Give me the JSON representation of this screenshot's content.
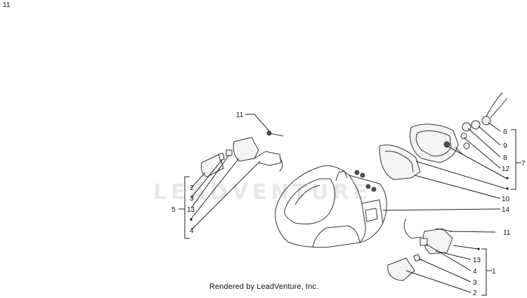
{
  "page_number": "11",
  "credit": "Rendered by LeadVenture, Inc.",
  "watermark": "LEADVENTURE",
  "colors": {
    "ink": "#111111",
    "watermark": "#e8e8e8"
  },
  "callouts": {
    "top_bolt": "11",
    "left_group": {
      "group": "5",
      "items": [
        "2",
        "3",
        "13",
        "4"
      ]
    },
    "right_upper": {
      "group": "7",
      "items": [
        "6",
        "9",
        "8",
        "12"
      ]
    },
    "mid_right": [
      "10",
      "14"
    ],
    "right_lower_bolt": "11",
    "right_lower": {
      "group": "1",
      "items": [
        "13",
        "4",
        "3",
        "2"
      ]
    }
  }
}
